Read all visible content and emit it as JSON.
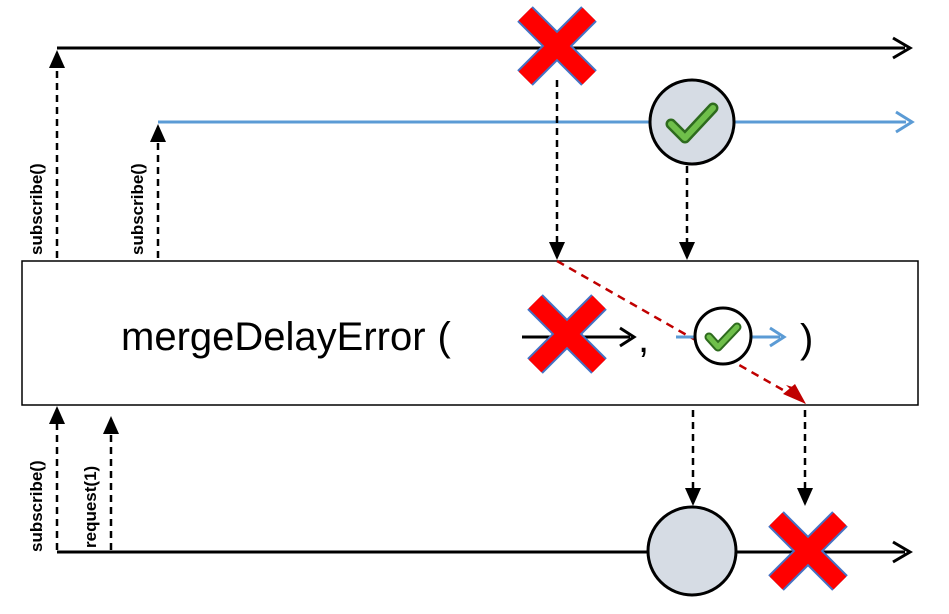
{
  "operator": {
    "name": "mergeDelayError",
    "open_paren": "(",
    "comma": ",",
    "close_paren": ")"
  },
  "labels": {
    "top_subscribe_1": "subscribe()",
    "top_subscribe_2": "subscribe()",
    "bottom_subscribe": "subscribe()",
    "bottom_request": "request(1)"
  },
  "colors": {
    "black_stream": "#000000",
    "blue_stream": "#5b9bd5",
    "error_red": "#ff0000",
    "check_green": "#4a9a2e",
    "marble_fill": "#d6dce4",
    "error_path": "#c00000"
  },
  "icons": [
    "error-x-icon",
    "check-icon",
    "marble-icon",
    "arrowhead-icon"
  ]
}
